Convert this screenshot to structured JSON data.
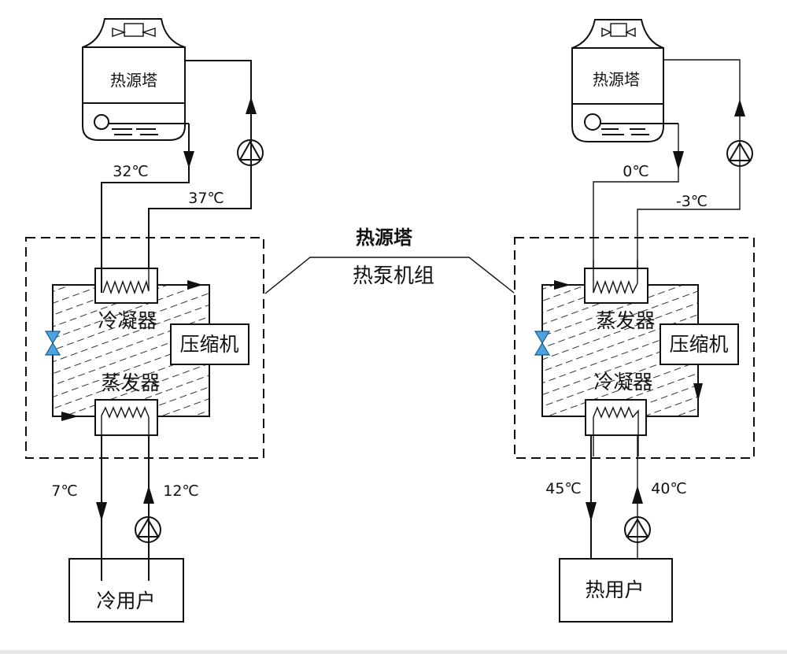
{
  "diagram": {
    "center_label": {
      "line1": "热源塔",
      "line2": "热泵机组"
    },
    "left_system": {
      "tower_label": "热源塔",
      "supply_temp": "32℃",
      "return_temp": "37℃",
      "top_exchanger_label": "冷凝器",
      "bottom_exchanger_label": "蒸发器",
      "compressor_label": "压缩机",
      "user_supply_temp": "7℃",
      "user_return_temp": "12℃",
      "user_label": "冷用户"
    },
    "right_system": {
      "tower_label": "热源塔",
      "supply_temp": "0℃",
      "return_temp": "-3℃",
      "top_exchanger_label": "蒸发器",
      "bottom_exchanger_label": "冷凝器",
      "compressor_label": "压缩机",
      "user_supply_temp": "45℃",
      "user_return_temp": "40℃",
      "user_label": "热用户"
    },
    "colors": {
      "valve": "#4da3e0",
      "line": "#111111"
    }
  }
}
